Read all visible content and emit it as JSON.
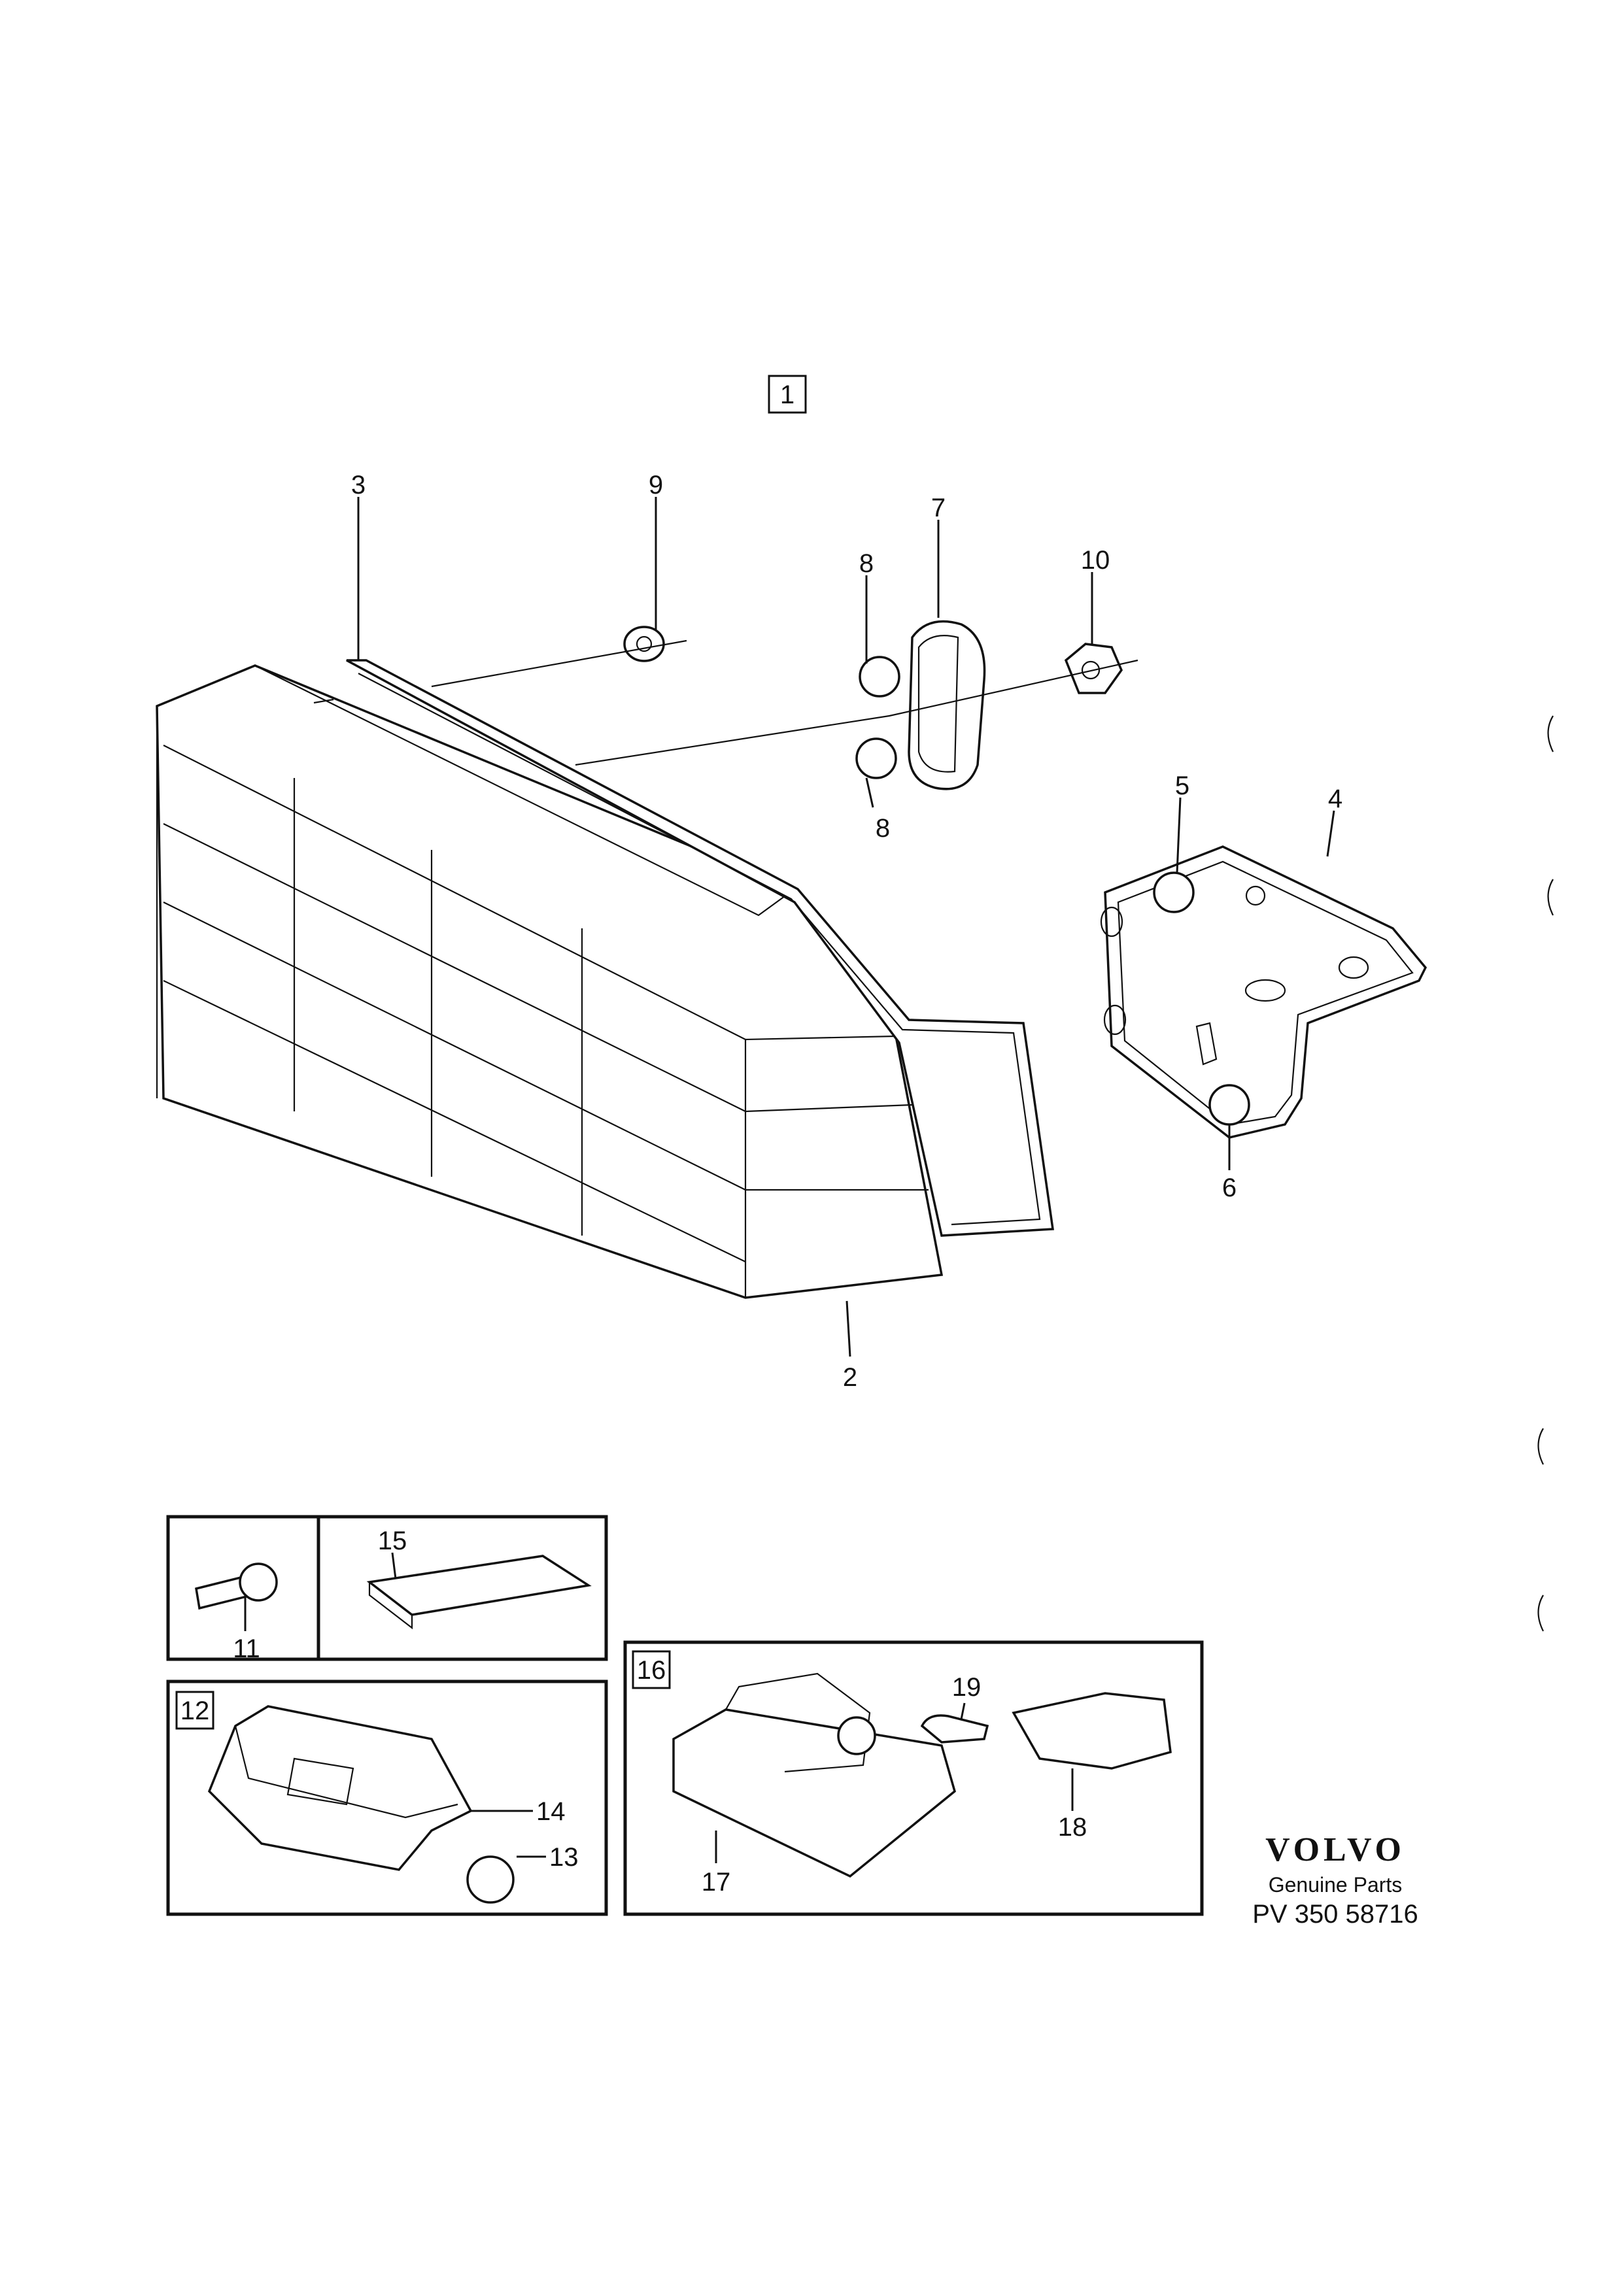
{
  "figure_label": "1",
  "callouts": {
    "c2": "2",
    "c3": "3",
    "c4": "4",
    "c5": "5",
    "c6": "6",
    "c7": "7",
    "c8a": "8",
    "c8b": "8",
    "c9": "9",
    "c10": "10",
    "c11": "11",
    "c12": "12",
    "c13": "13",
    "c14": "14",
    "c15": "15",
    "c16": "16",
    "c17": "17",
    "c18": "18",
    "c19": "19"
  },
  "brand": {
    "logo": "VOLVO",
    "subtitle": "Genuine Parts",
    "code": "PV 350 58716"
  }
}
